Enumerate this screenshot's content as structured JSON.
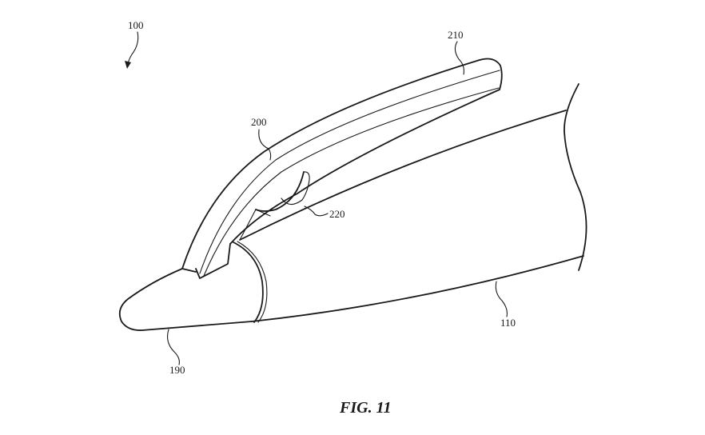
{
  "figure": {
    "caption": "FIG. 11",
    "reference_numerals": {
      "assembly": "100",
      "body": "110",
      "tip": "190",
      "arm": "200",
      "arm_end": "210",
      "connector": "220"
    }
  },
  "colors": {
    "line": "#1a1a1a",
    "background": "#ffffff"
  }
}
